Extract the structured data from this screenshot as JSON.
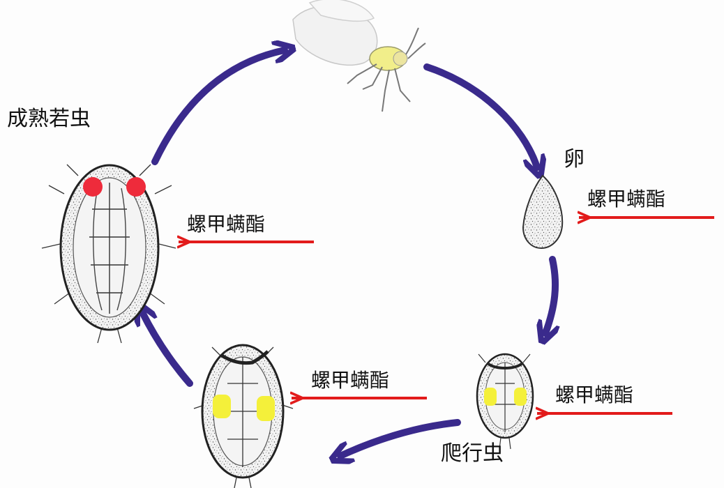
{
  "stages": {
    "mature_nymph": "成熟若虫",
    "egg": "卵",
    "crawler": "爬行虫"
  },
  "treatments": {
    "egg": "螺甲螨酯",
    "mature_nymph": "螺甲螨酯",
    "middle_nymph": "螺甲螨酯",
    "crawler": "螺甲螨酯"
  },
  "colors": {
    "cycle_arrow": "#3a2a8c",
    "treatment_arrow": "#e21b1b",
    "eye_spot": "#ee2b3b",
    "gland_spot": "#f4f03a",
    "adult_body": "#f1ee8a"
  },
  "icons": {
    "adult": "whitefly-adult-icon",
    "egg": "egg-icon",
    "crawler": "crawler-nymph-icon",
    "middle_nymph": "nymph-icon",
    "mature_nymph": "mature-nymph-icon"
  }
}
